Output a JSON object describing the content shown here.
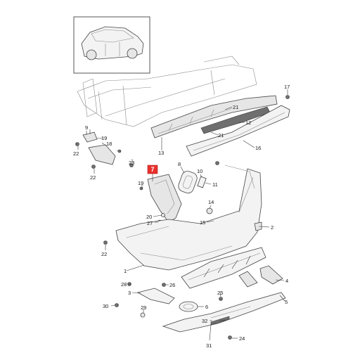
{
  "labels": [
    {
      "id": "l1",
      "text": "1"
    },
    {
      "id": "l2",
      "text": "2"
    },
    {
      "id": "l3",
      "text": "3"
    },
    {
      "id": "l4",
      "text": "4"
    },
    {
      "id": "l5",
      "text": "5"
    },
    {
      "id": "l6",
      "text": "6"
    },
    {
      "id": "l7",
      "text": "7"
    },
    {
      "id": "l8",
      "text": "8"
    },
    {
      "id": "l9",
      "text": "9"
    },
    {
      "id": "l10",
      "text": "10"
    },
    {
      "id": "l11",
      "text": "11"
    },
    {
      "id": "l12",
      "text": "12"
    },
    {
      "id": "l13",
      "text": "13"
    },
    {
      "id": "l14",
      "text": "14"
    },
    {
      "id": "l15",
      "text": "15"
    },
    {
      "id": "l16",
      "text": "16"
    },
    {
      "id": "l17",
      "text": "17"
    },
    {
      "id": "l18",
      "text": "18"
    },
    {
      "id": "l19a",
      "text": "19"
    },
    {
      "id": "l19b",
      "text": "19"
    },
    {
      "id": "l20",
      "text": "20"
    },
    {
      "id": "l21a",
      "text": "21"
    },
    {
      "id": "l21b",
      "text": "21"
    },
    {
      "id": "l22a",
      "text": "22"
    },
    {
      "id": "l22b",
      "text": "22"
    },
    {
      "id": "l22c",
      "text": "22"
    },
    {
      "id": "l23",
      "text": "23"
    },
    {
      "id": "l24",
      "text": "24"
    },
    {
      "id": "l25",
      "text": "25"
    },
    {
      "id": "l26",
      "text": "26"
    },
    {
      "id": "l27",
      "text": "27"
    },
    {
      "id": "l28",
      "text": "28"
    },
    {
      "id": "l29",
      "text": "29"
    },
    {
      "id": "l30",
      "text": "30"
    },
    {
      "id": "l31",
      "text": "31"
    },
    {
      "id": "l32",
      "text": "32"
    }
  ],
  "highlight": {
    "text": "7",
    "color": "#e8302b"
  },
  "colors": {
    "line": "#444444",
    "fill": "#f3f3f3",
    "accent": "#e8302b"
  }
}
